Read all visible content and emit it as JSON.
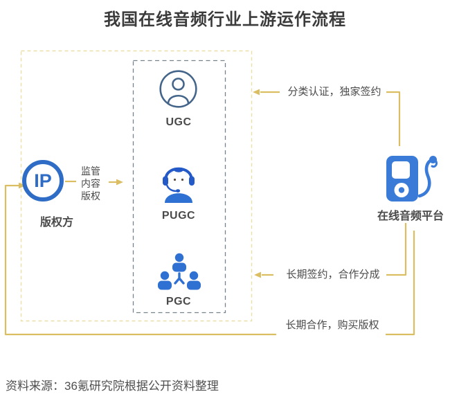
{
  "title": "我国在线音频行业上游运作流程",
  "copyright_party": {
    "badge": "IP",
    "label": "版权方"
  },
  "transfer_text": {
    "lines": [
      "监管",
      "内容",
      "版权"
    ]
  },
  "creators": [
    {
      "label": "UGC",
      "icon": "user-circle-icon"
    },
    {
      "label": "PUGC",
      "icon": "headset-agent-icon"
    },
    {
      "label": "PGC",
      "icon": "team-icon"
    }
  ],
  "platform": {
    "label": "在线音频平台",
    "icon": "audio-player-icon"
  },
  "flows": {
    "top": "分类认证，独家签约",
    "middle": "长期签约，合作分成",
    "bottom": "长期合作，购买版权"
  },
  "footer": "资料来源：36氪研究院根据公开资料整理",
  "colors": {
    "arrow_yellow": "#dcbe62",
    "outer_box_border": "#eadfa6",
    "inner_box_border": "#76828c",
    "icon_blue": "#2f71d3",
    "icon_dark_blue": "#2459c8",
    "ugc_outline": "#44658a",
    "ip_blue": "#2e6cc6",
    "text_dark": "#454545"
  }
}
